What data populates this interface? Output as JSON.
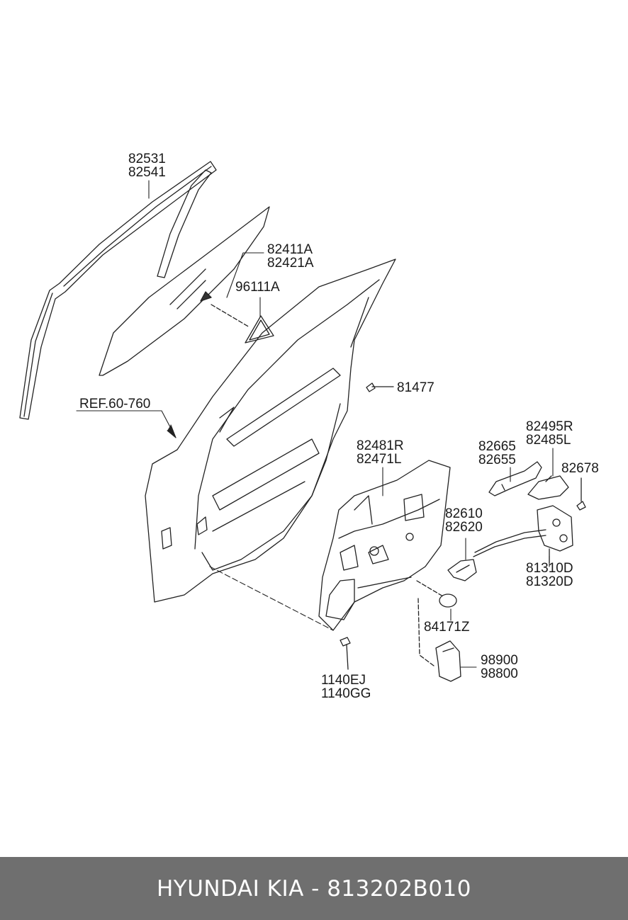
{
  "labels": {
    "frame_molding": [
      "82531",
      "82541"
    ],
    "door_glass": [
      "82411A",
      "82421A"
    ],
    "glass_sticker": [
      "96111A"
    ],
    "door_ref": [
      "REF.60-760"
    ],
    "screw_81477": [
      "81477"
    ],
    "window_regulator": [
      "82481R",
      "82471L"
    ],
    "outside_handle": [
      "82665",
      "82655"
    ],
    "handle_bracket": [
      "82495R",
      "82485L"
    ],
    "screw_82678": [
      "82678"
    ],
    "inside_handle": [
      "82610",
      "82620"
    ],
    "door_latch": [
      "81310D",
      "81320D"
    ],
    "plug": [
      "84171Z"
    ],
    "motor": [
      "98900",
      "98800"
    ],
    "bolt": [
      "1140EJ",
      "1140GG"
    ]
  },
  "footer": {
    "text": "HYUNDAI KIA - 813202B010"
  }
}
